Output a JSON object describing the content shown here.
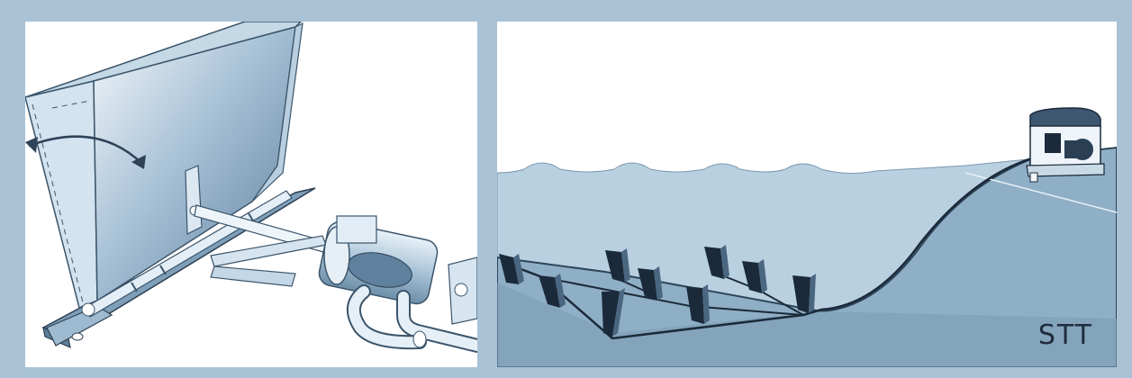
{
  "figure": {
    "left_panel": {
      "subject": "hinged-flap-wave-energy-converter"
    },
    "right_panel": {
      "subject": "seabed-flap-array-with-shore-station",
      "label": "STT"
    },
    "colors": {
      "frame": "#a9c2d6",
      "water": "#b7cfe0",
      "seabed": "#8fafc6",
      "device_dark": "#1b2a3a",
      "metal_light": "#dce9f3",
      "metal_mid": "#9bb9d1"
    }
  }
}
